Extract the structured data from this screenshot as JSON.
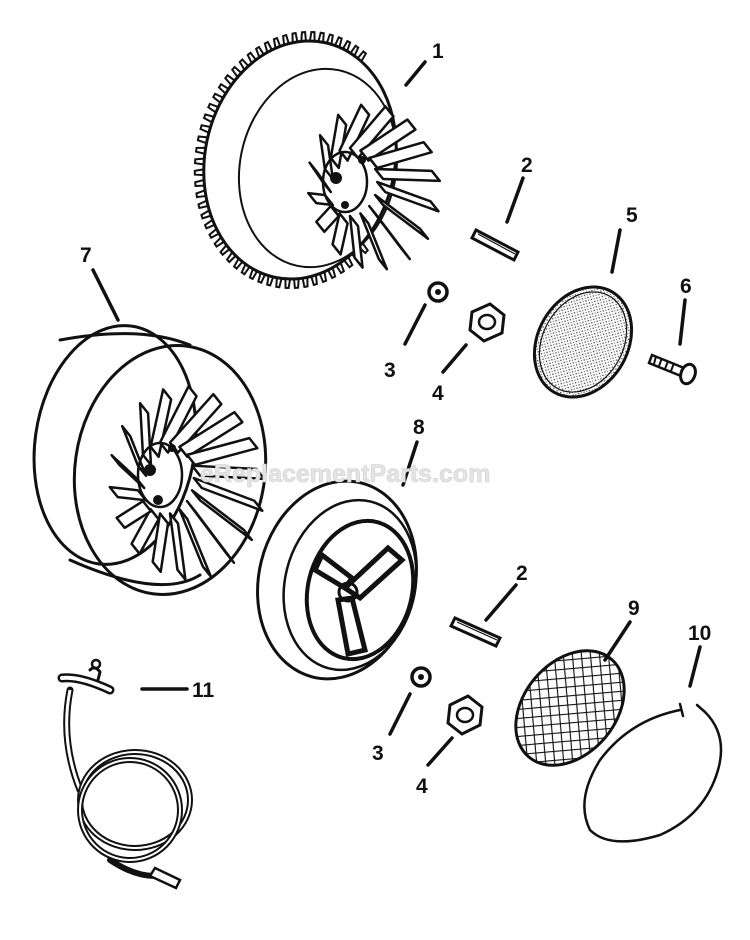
{
  "watermark": "eReplacementParts.com",
  "callouts": {
    "c1": "1",
    "c2a": "2",
    "c2b": "2",
    "c3a": "3",
    "c3b": "3",
    "c4a": "4",
    "c4b": "4",
    "c5": "5",
    "c6": "6",
    "c7": "7",
    "c8": "8",
    "c9": "9",
    "c10": "10",
    "c11": "11"
  },
  "colors": {
    "ink": "#111111",
    "background": "#ffffff",
    "watermark": "#e4e4e4"
  }
}
